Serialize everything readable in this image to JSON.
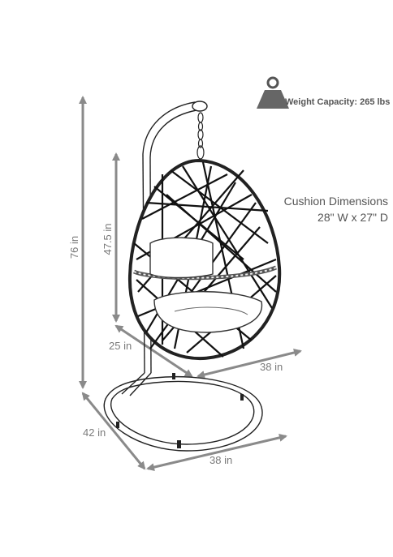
{
  "weight_capacity": "Weight Capacity: 265 lbs",
  "cushion": {
    "title": "Cushion Dimensions",
    "size": "28\" W x 27\" D"
  },
  "dimensions": {
    "total_height": "76 in",
    "egg_height": "47.5 in",
    "egg_depth": "25 in",
    "egg_width": "38 in",
    "base_depth": "42 in",
    "base_width": "38 in"
  },
  "colors": {
    "arrow": "#8a8a8a",
    "line": "#222222",
    "text": "#555555"
  }
}
